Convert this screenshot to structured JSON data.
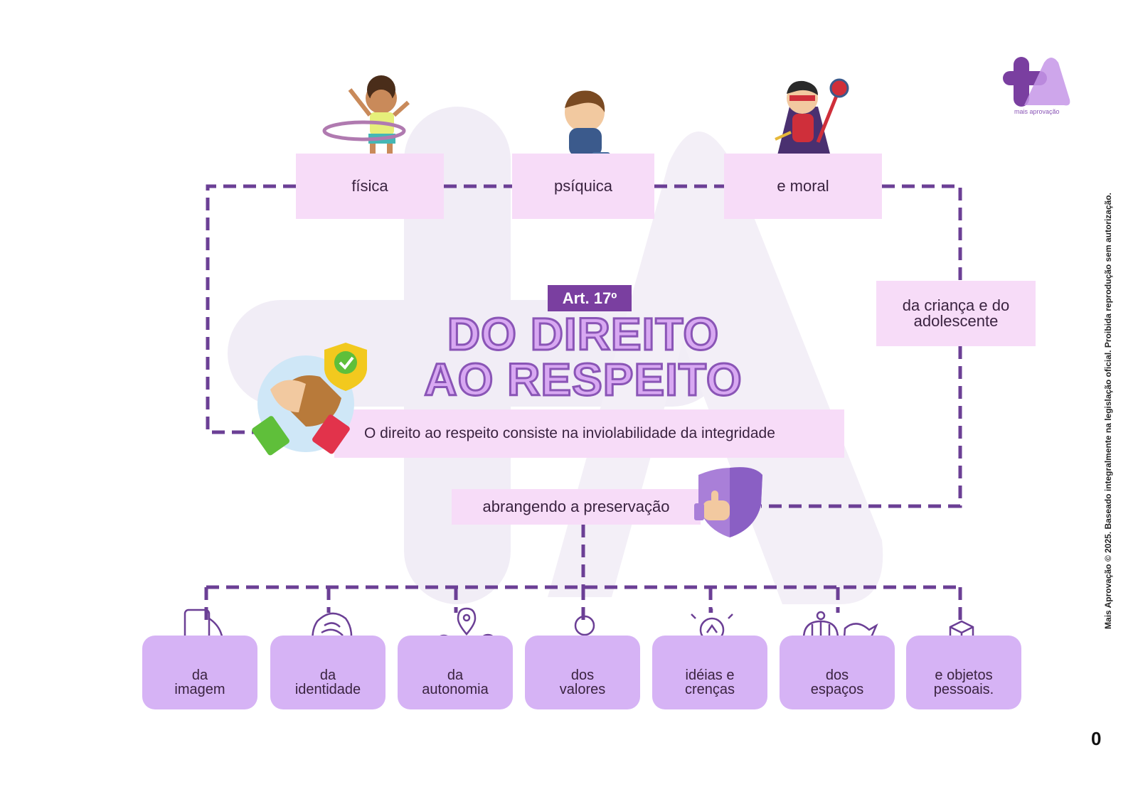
{
  "header": {
    "article": "Art. 17º",
    "title_line1": "DO DIREITO",
    "title_line2": "AO RESPEITO"
  },
  "top_boxes": [
    {
      "label": "física"
    },
    {
      "label": "psíquica"
    },
    {
      "label": "e moral"
    }
  ],
  "subject_box": {
    "line1": "da criança e do",
    "line2": "adolescente"
  },
  "description": "O direito ao respeito consiste na inviolabilidade da integridade",
  "preservation": "abrangendo a preservação",
  "cards": [
    {
      "line1": "da",
      "line2": "imagem",
      "icon": "smartphone-icon"
    },
    {
      "line1": "da",
      "line2": "identidade",
      "icon": "fingerprint-head-icon"
    },
    {
      "line1": "da",
      "line2": "autonomia",
      "icon": "person-gears-icon"
    },
    {
      "line1": "dos",
      "line2": "valores",
      "icon": "person-heart-icon"
    },
    {
      "line1": "idéias e",
      "line2": "crenças",
      "icon": "lightbulb-icon"
    },
    {
      "line1": "dos",
      "line2": "espaços",
      "icon": "birdcage-icon"
    },
    {
      "line1": "e objetos",
      "line2": "pessoais.",
      "icon": "hand-box-icon"
    }
  ],
  "logo": {
    "subtitle": "mais aprovação"
  },
  "copyright": "Mais Aprovação © 2025. Baseado integralmente na legislação oficial. Proibida reprodução sem autorização.",
  "page_number": "0",
  "colors": {
    "accent": "#7a3fa0",
    "box_light": "#f7dcf8",
    "card": "#d6b3f5",
    "dashed_line": "#6b3f95",
    "watermark": "#f1ecf6"
  }
}
